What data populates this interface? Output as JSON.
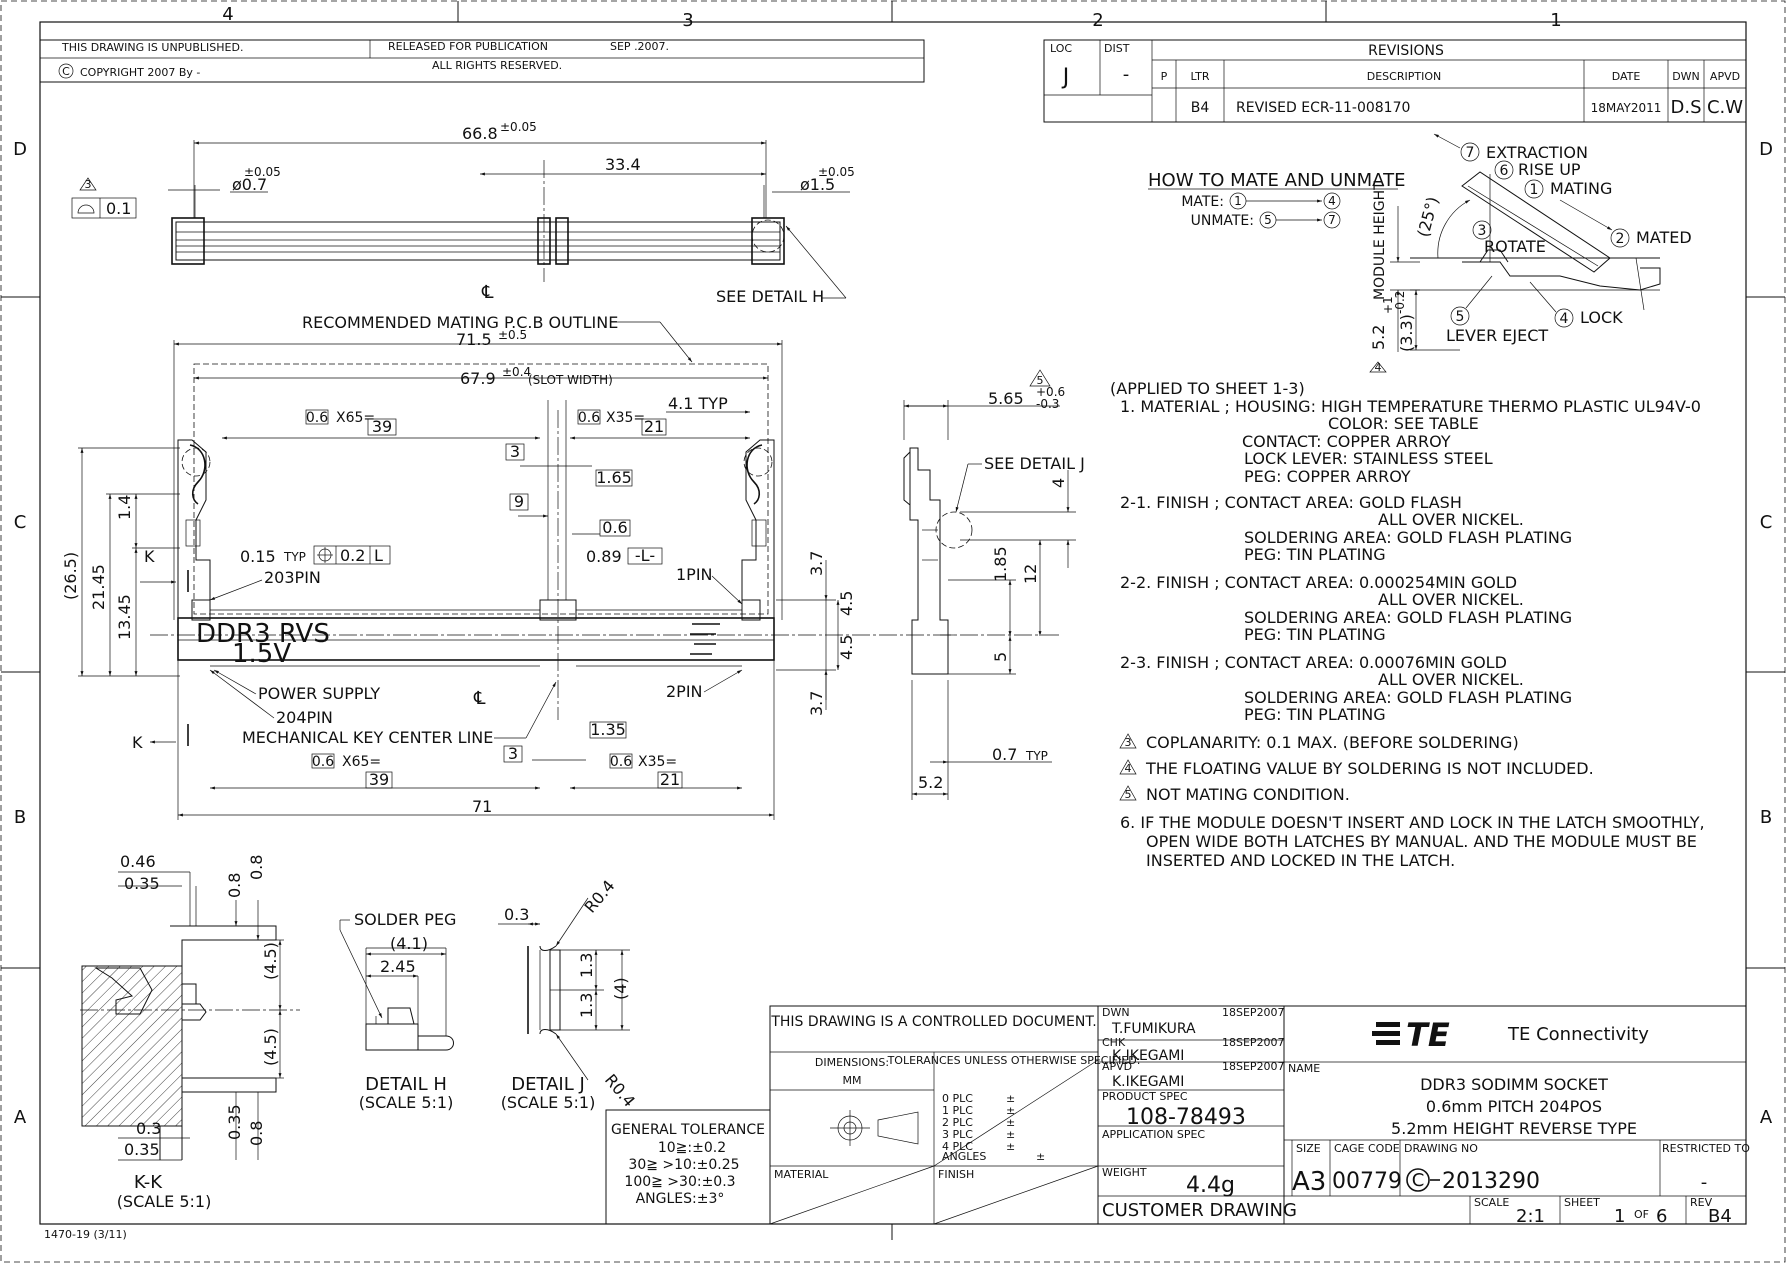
{
  "zones": {
    "columns": [
      "4",
      "3",
      "2",
      "1"
    ],
    "rows": [
      "D",
      "C",
      "B",
      "A"
    ]
  },
  "header": {
    "unpublished": "THIS DRAWING IS UNPUBLISHED.",
    "copyright": "COPYRIGHT 2007 By -",
    "copyright_symbol": "C",
    "released": "RELEASED FOR PUBLICATION",
    "released_date": "SEP .2007.",
    "rights": "ALL RIGHTS RESERVED.",
    "loc_label": "LOC",
    "loc_value": "J",
    "dist_label": "DIST",
    "dist_value": "-"
  },
  "revisions": {
    "title": "REVISIONS",
    "columns": [
      "P",
      "LTR",
      "DESCRIPTION",
      "DATE",
      "DWN",
      "APVD"
    ],
    "rows": [
      {
        "p": "",
        "ltr": "B4",
        "description": "REVISED ECR-11-008170",
        "date": "18MAY2011",
        "dwn": "D.S",
        "apvd": "C.W"
      }
    ]
  },
  "top_view": {
    "overall": "66.8",
    "overall_tol": "±0.05",
    "half": "33.4",
    "left_dia": "ø0.7",
    "left_dia_tol": "±0.05",
    "right_dia": "ø1.5",
    "right_dia_tol": "±0.05",
    "flatness_value": "0.1",
    "note_mark": "3",
    "centerline": "℄",
    "see_detail": "SEE DETAIL H"
  },
  "front_view": {
    "mating_pcb": "RECOMMENDED MATING P.C.B OUTLINE",
    "dim_715": "71.5",
    "dim_715_tol": "±0.5",
    "dim_679": "67.9",
    "dim_679_tol": "±0.4",
    "slot_width": "(SLOT WIDTH)",
    "pitch_box_1": "0.6",
    "x65_top": "X65=",
    "box_39_top": "39",
    "pitch_box_2": "0.6",
    "x35_top": "X35=",
    "box_21_top": "21",
    "typ_41": "4.1 TYP",
    "box_3_top": "3",
    "box_165": "1.65",
    "box_9": "9",
    "box_06": "0.6",
    "dim_089": "0.89",
    "datum_l": "-L-",
    "dim_015": "0.15",
    "typ": "TYP",
    "pos_tol": "0.2",
    "pos_datum": "L",
    "pin203": "203PIN",
    "pin1": "1PIN",
    "pin2": "2PIN",
    "pin204": "204PIN",
    "power_supply": "POWER SUPPLY",
    "ddr3": "DDR3 RVS",
    "voltage": "1.5V",
    "mech_key": "MECHANICAL KEY CENTER LINE",
    "box_135": "1.35",
    "box_3_bot": "3",
    "pitch_box_3": "0.6",
    "x65_bot": "X65=",
    "box_39_bot": "39",
    "pitch_box_4": "0.6",
    "x35_bot": "X35=",
    "box_21_bot": "21",
    "dim_71": "71",
    "dim_265": "(26.5)",
    "dim_2145": "21.45",
    "dim_1345": "13.45",
    "dim_14": "1.4",
    "dim_37a": "3.7",
    "dim_45a": "4.5",
    "dim_45b": "4.5",
    "dim_37b": "3.7",
    "section_k": "K",
    "centerline": "℄"
  },
  "side_view": {
    "dim_565": "5.65",
    "tol_plus": "+0.6",
    "tol_minus": "-0.3",
    "note_mark": "5",
    "see_detail_j": "SEE DETAIL J",
    "dim_4": "4",
    "dim_12": "12",
    "dim_185": "1.85",
    "dim_5": "5",
    "dim_07": "0.7",
    "typ": "TYP",
    "dim_52": "5.2"
  },
  "mating": {
    "title": "HOW TO MATE AND UNMATE",
    "mate_label": "MATE:",
    "mate_from": "1",
    "mate_to": "4",
    "unmate_label": "UNMATE:",
    "unmate_from": "5",
    "unmate_to": "7",
    "steps": [
      {
        "n": "7",
        "label": "EXTRACTION"
      },
      {
        "n": "6",
        "label": "RISE UP"
      },
      {
        "n": "1",
        "label": "MATING"
      },
      {
        "n": "2",
        "label": "MATED"
      },
      {
        "n": "3",
        "label": "ROTATE"
      },
      {
        "n": "4",
        "label": "LOCK"
      },
      {
        "n": "5",
        "label": "LEVER EJECT"
      }
    ],
    "angle": "(25°)",
    "module_height": "MODULE HEIGHT",
    "height_value": "5.2",
    "height_tol_plus": "+1",
    "height_tol_minus": "-0.2",
    "note_mark": "4",
    "dim_33": "(3.3)"
  },
  "notes": {
    "applied": "(APPLIED TO SHEET 1-3)",
    "lines": [
      "1. MATERIAL ; HOUSING: HIGH TEMPERATURE THERMO PLASTIC UL94V-0",
      "COLOR: SEE TABLE",
      "CONTACT: COPPER ARROY",
      "LOCK LEVER: STAINLESS STEEL",
      "PEG: COPPER ARROY",
      "2-1. FINISH ; CONTACT AREA: GOLD FLASH",
      "ALL OVER NICKEL.",
      "SOLDERING AREA: GOLD FLASH PLATING",
      "PEG: TIN PLATING",
      "2-2. FINISH ; CONTACT AREA: 0.000254MIN GOLD",
      "ALL OVER NICKEL.",
      "SOLDERING AREA: GOLD FLASH PLATING",
      "PEG: TIN PLATING",
      "2-3. FINISH ; CONTACT AREA: 0.00076MIN GOLD",
      "ALL OVER NICKEL.",
      "SOLDERING AREA: GOLD FLASH PLATING",
      "PEG: TIN PLATING"
    ],
    "note3_mark": "3",
    "note3": "COPLANARITY: 0.1 MAX. (BEFORE SOLDERING)",
    "note4_mark": "4",
    "note4": "THE FLOATING VALUE BY SOLDERING IS NOT INCLUDED.",
    "note5_mark": "5",
    "note5": "NOT MATING CONDITION.",
    "note6": [
      "6. IF THE MODULE DOESN'T INSERT AND LOCK IN THE LATCH SMOOTHLY,",
      "OPEN WIDE BOTH LATCHES BY MANUAL. AND THE MODULE MUST BE",
      "INSERTED AND LOCKED IN THE LATCH."
    ]
  },
  "details": {
    "kk_title": "K-K",
    "kk_scale": "(SCALE 5:1)",
    "kk_046": "0.46",
    "kk_035a": "0.35",
    "kk_08a": "0.8",
    "kk_08b": "0.8",
    "kk_45a": "(4.5)",
    "kk_45b": "(4.5)",
    "kk_03": "0.3",
    "kk_035b": "0.35",
    "kk_035c": "0.35",
    "kk_08c": "0.8",
    "h_title": "DETAIL H",
    "h_scale": "(SCALE 5:1)",
    "h_solder": "SOLDER PEG",
    "h_41": "(4.1)",
    "h_245": "2.45",
    "j_title": "DETAIL J",
    "j_scale": "(SCALE 5:1)",
    "j_03": "0.3",
    "j_r04a": "R0.4",
    "j_r04b": "R0.4",
    "j_13a": "1.3",
    "j_13b": "1.3",
    "j_4": "(4)"
  },
  "title_block": {
    "general_tol_title": "GENERAL TOLERANCE",
    "general_tol": [
      "10≧:±0.2",
      "30≧ >10:±0.25",
      "100≧ >30:±0.3",
      "ANGLES:±3°"
    ],
    "controlled": "THIS DRAWING IS A CONTROLLED DOCUMENT.",
    "dimensions_label": "DIMENSIONS:",
    "dimensions_unit": "MM",
    "tolerances_label": "TOLERANCES UNLESS OTHERWISE SPECIFIED:",
    "plc": [
      "0 PLC",
      "1 PLC",
      "2 PLC",
      "3 PLC",
      "4 PLC",
      "ANGLES"
    ],
    "plc_pm": "±",
    "material_label": "MATERIAL",
    "finish_label": "FINISH",
    "dwn_label": "DWN",
    "dwn_name": "T.FUMIKURA",
    "dwn_date": "18SEP2007",
    "chk_label": "CHK",
    "chk_name": "K.IKEGAMI",
    "chk_date": "18SEP2007",
    "apvd_label": "APVD",
    "apvd_name": "K.IKEGAMI",
    "apvd_date": "18SEP2007",
    "product_spec_label": "PRODUCT SPEC",
    "product_spec": "108-78493",
    "application_spec_label": "APPLICATION SPEC",
    "weight_label": "WEIGHT",
    "weight": "4.4g",
    "customer_drawing": "CUSTOMER DRAWING",
    "company_logo": "TE",
    "company": "TE Connectivity",
    "name_label": "NAME",
    "name_lines": [
      "DDR3 SODIMM SOCKET",
      "0.6mm PITCH 204POS",
      "5.2mm HEIGHT REVERSE TYPE"
    ],
    "size_label": "SIZE",
    "size": "A3",
    "cage_label": "CAGE CODE",
    "cage": "00779",
    "dwg_label": "DRAWING NO",
    "dwg_prefix": "C",
    "dwg": "2013290",
    "restricted_label": "RESTRICTED TO",
    "restricted": "-",
    "scale_label": "SCALE",
    "scale": "2:1",
    "sheet_label": "SHEET",
    "sheet": "1",
    "sheet_of": "OF",
    "sheet_total": "6",
    "rev_label": "REV",
    "rev": "B4"
  },
  "form_number": "1470-19 (3/11)"
}
